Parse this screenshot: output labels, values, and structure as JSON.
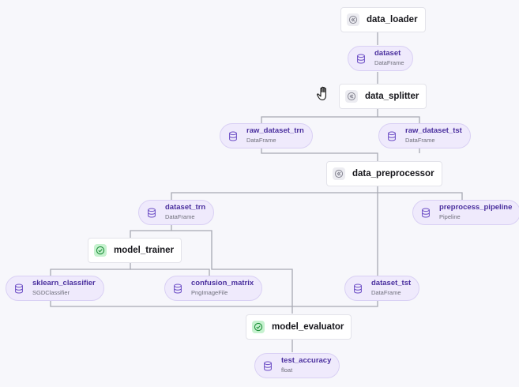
{
  "tasks": {
    "data_loader": {
      "name": "data_loader",
      "status": "pending"
    },
    "data_splitter": {
      "name": "data_splitter",
      "status": "pending"
    },
    "data_preprocessor": {
      "name": "data_preprocessor",
      "status": "pending"
    },
    "model_trainer": {
      "name": "model_trainer",
      "status": "success"
    },
    "model_evaluator": {
      "name": "model_evaluator",
      "status": "success"
    }
  },
  "artifacts": {
    "dataset": {
      "name": "dataset",
      "type": "DataFrame"
    },
    "raw_dataset_trn": {
      "name": "raw_dataset_trn",
      "type": "DataFrame"
    },
    "raw_dataset_tst": {
      "name": "raw_dataset_tst",
      "type": "DataFrame"
    },
    "dataset_trn": {
      "name": "dataset_trn",
      "type": "DataFrame"
    },
    "preprocess_pipeline": {
      "name": "preprocess_pipeline",
      "type": "Pipeline"
    },
    "sklearn_classifier": {
      "name": "sklearn_classifier",
      "type": "SGDClassifier"
    },
    "confusion_matrix": {
      "name": "confusion_matrix",
      "type": "PngImageFile"
    },
    "dataset_tst": {
      "name": "dataset_tst",
      "type": "DataFrame"
    },
    "test_accuracy": {
      "name": "test_accuracy",
      "type": "float"
    }
  },
  "icons": {
    "pending_task": "rewind-circle-icon",
    "success_task": "check-circle-icon",
    "artifact": "database-icon",
    "pointer": "grab-hand-cursor-icon"
  },
  "colors": {
    "background": "#f7f7fb",
    "artifact_fill": "#efeafc",
    "artifact_text": "#4a2f9e",
    "success_icon": "#1e8f3a",
    "edge": "#a7a9b3"
  }
}
